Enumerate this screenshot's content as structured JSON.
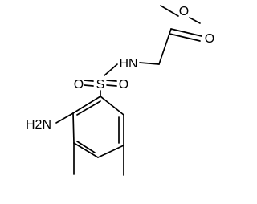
{
  "molecule": {
    "atoms": {
      "ester_oxygen": "O",
      "carbonyl_oxygen": "O",
      "amide_nitrogen": "HN",
      "sulfur": "S",
      "sulfonyl_oxygen_left": "O",
      "sulfonyl_oxygen_right": "O",
      "amine": "H2N"
    }
  }
}
